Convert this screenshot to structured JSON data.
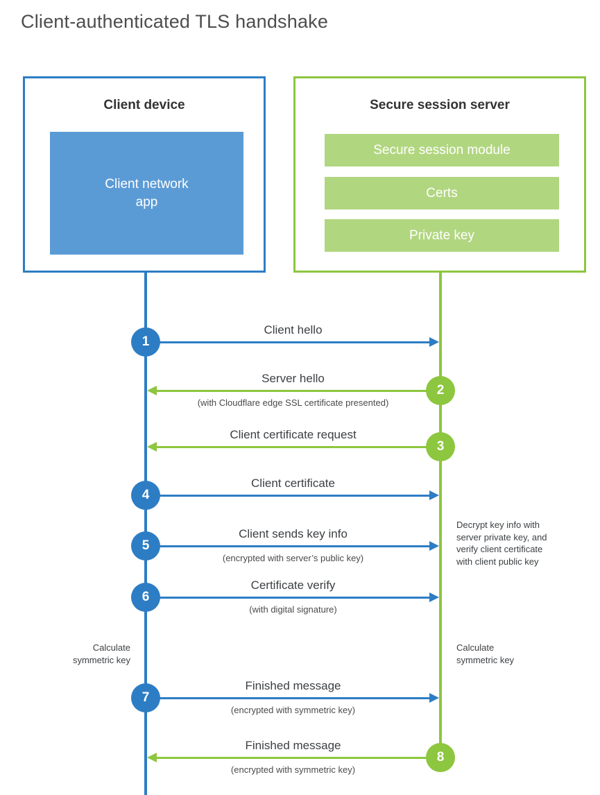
{
  "title": "Client-authenticated TLS handshake",
  "colors": {
    "client_blue": "#2d7dc4",
    "client_app_fill": "#5b9bd5",
    "server_green": "#8dc63f",
    "server_item_fill": "#b1d680",
    "text": "#3c4043"
  },
  "client": {
    "title": "Client device",
    "app_label": "Client network\napp"
  },
  "server": {
    "title": "Secure session server",
    "items": [
      {
        "label": "Secure session module"
      },
      {
        "label": "Certs"
      },
      {
        "label": "Private key"
      }
    ]
  },
  "steps": [
    {
      "number": "1",
      "direction": "client-to-server",
      "color": "blue",
      "label": "Client hello",
      "sub": ""
    },
    {
      "number": "2",
      "direction": "server-to-client",
      "color": "green",
      "label": "Server hello",
      "sub": "(with Cloudflare edge SSL certificate presented)"
    },
    {
      "number": "3",
      "direction": "server-to-client",
      "color": "green",
      "label": "Client certificate request",
      "sub": ""
    },
    {
      "number": "4",
      "direction": "client-to-server",
      "color": "blue",
      "label": "Client certificate",
      "sub": ""
    },
    {
      "number": "5",
      "direction": "client-to-server",
      "color": "blue",
      "label": "Client sends key info",
      "sub": "(encrypted with server’s public key)"
    },
    {
      "number": "6",
      "direction": "client-to-server",
      "color": "blue",
      "label": "Certificate verify",
      "sub": "(with digital signature)"
    },
    {
      "number": "7",
      "direction": "client-to-server",
      "color": "blue",
      "label": "Finished message",
      "sub": "(encrypted with symmetric key)"
    },
    {
      "number": "8",
      "direction": "server-to-client",
      "color": "green",
      "label": "Finished message",
      "sub": "(encrypted with symmetric key)"
    }
  ],
  "notes": {
    "server_decrypt": "Decrypt key info with\nserver private key, and\nverify client certificate\nwith client public key",
    "client_calculate": "Calculate\nsymmetric key",
    "server_calculate": "Calculate\nsymmetric key"
  }
}
